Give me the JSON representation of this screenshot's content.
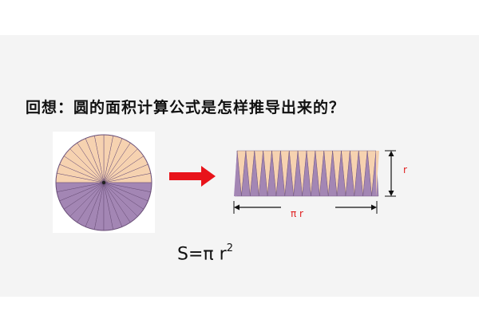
{
  "question": "回想：圆的面积计算公式是怎样推导出来的？",
  "labels": {
    "radius": "r",
    "half_circumference": "π r"
  },
  "formula": {
    "lhs": "S",
    "equals": "=",
    "rhs": "π r",
    "exponent": "2"
  },
  "colors": {
    "peach": "#f6d2b0",
    "purple": "#a386b4",
    "arrow": "#e8131a",
    "label_red": "#e02020"
  },
  "sectors": 32
}
